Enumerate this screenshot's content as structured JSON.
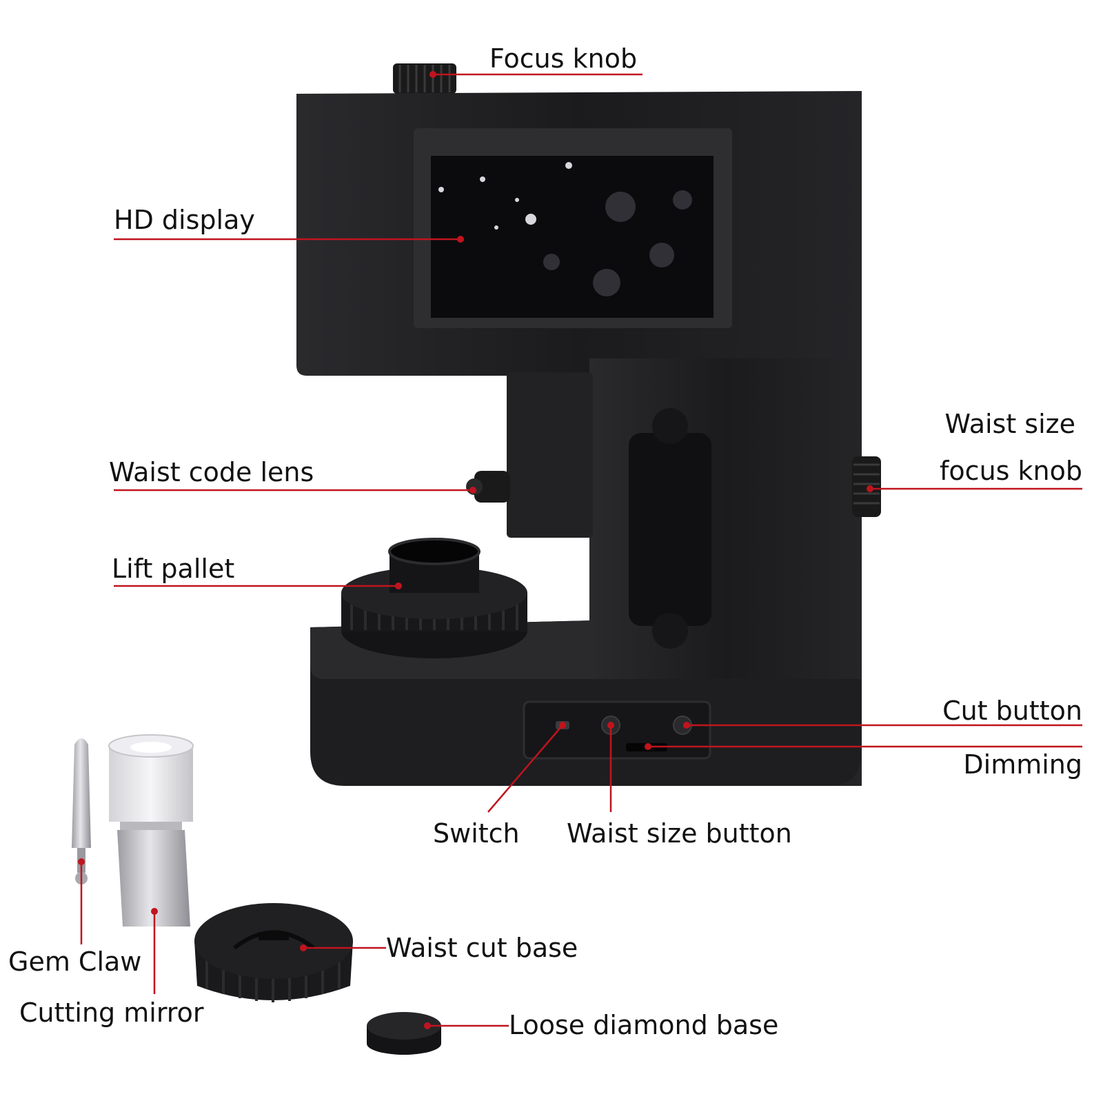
{
  "colors": {
    "body": "#1c1c1e",
    "body_edge": "#2e2e31",
    "screen": "#0b0b0d",
    "leader": "#c0141e",
    "metal": "#c8c8cc"
  },
  "labels": {
    "focus_knob": "Focus knob",
    "hd_display": "HD display",
    "waist_code_lens": "Waist code lens",
    "lift_pallet": "Lift pallet",
    "waist_size_line1": "Waist size",
    "waist_size_line2": "focus knob",
    "cut_button": "Cut button",
    "dimming": "Dimming",
    "switch": "Switch",
    "waist_size_button": "Waist size button",
    "gem_claw": "Gem Claw",
    "cutting_mirror": "Cutting mirror",
    "waist_cut_base": "Waist cut base",
    "loose_diamond_base": "Loose diamond base"
  }
}
